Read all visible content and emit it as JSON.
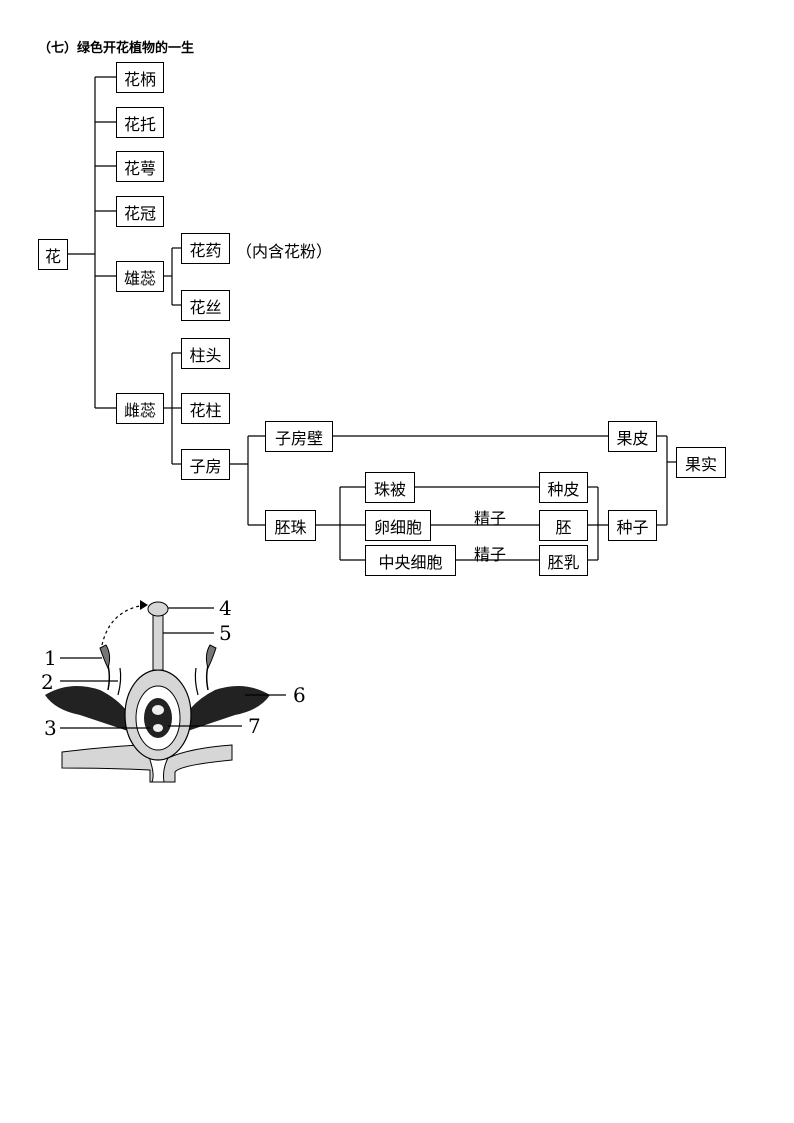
{
  "title": "（七）绿色开花植物的一生",
  "nodes": {
    "hua": "花",
    "huabing": "花柄",
    "huatuo": "花托",
    "huae": "花萼",
    "huaguan": "花冠",
    "xiongrui": "雄蕊",
    "huayao": "花药",
    "huayao_note": "（内含花粉）",
    "huasi": "花丝",
    "cirui": "雌蕊",
    "zhutou": "柱头",
    "huazhu": "花柱",
    "zifang": "子房",
    "zifangbi": "子房壁",
    "peizhu": "胚珠",
    "zhubei": "珠被",
    "luanxibao": "卵细胞",
    "zhongyangxibao": "中央细胞",
    "guopi": "果皮",
    "zhongpi": "种皮",
    "pei": "胚",
    "peiru": "胚乳",
    "zhongzi": "种子",
    "guoshi": "果实",
    "jingzi1": "精子",
    "jingzi2": "精子"
  },
  "figure": {
    "labels": [
      "1",
      "2",
      "3",
      "4",
      "5",
      "6",
      "7"
    ]
  }
}
